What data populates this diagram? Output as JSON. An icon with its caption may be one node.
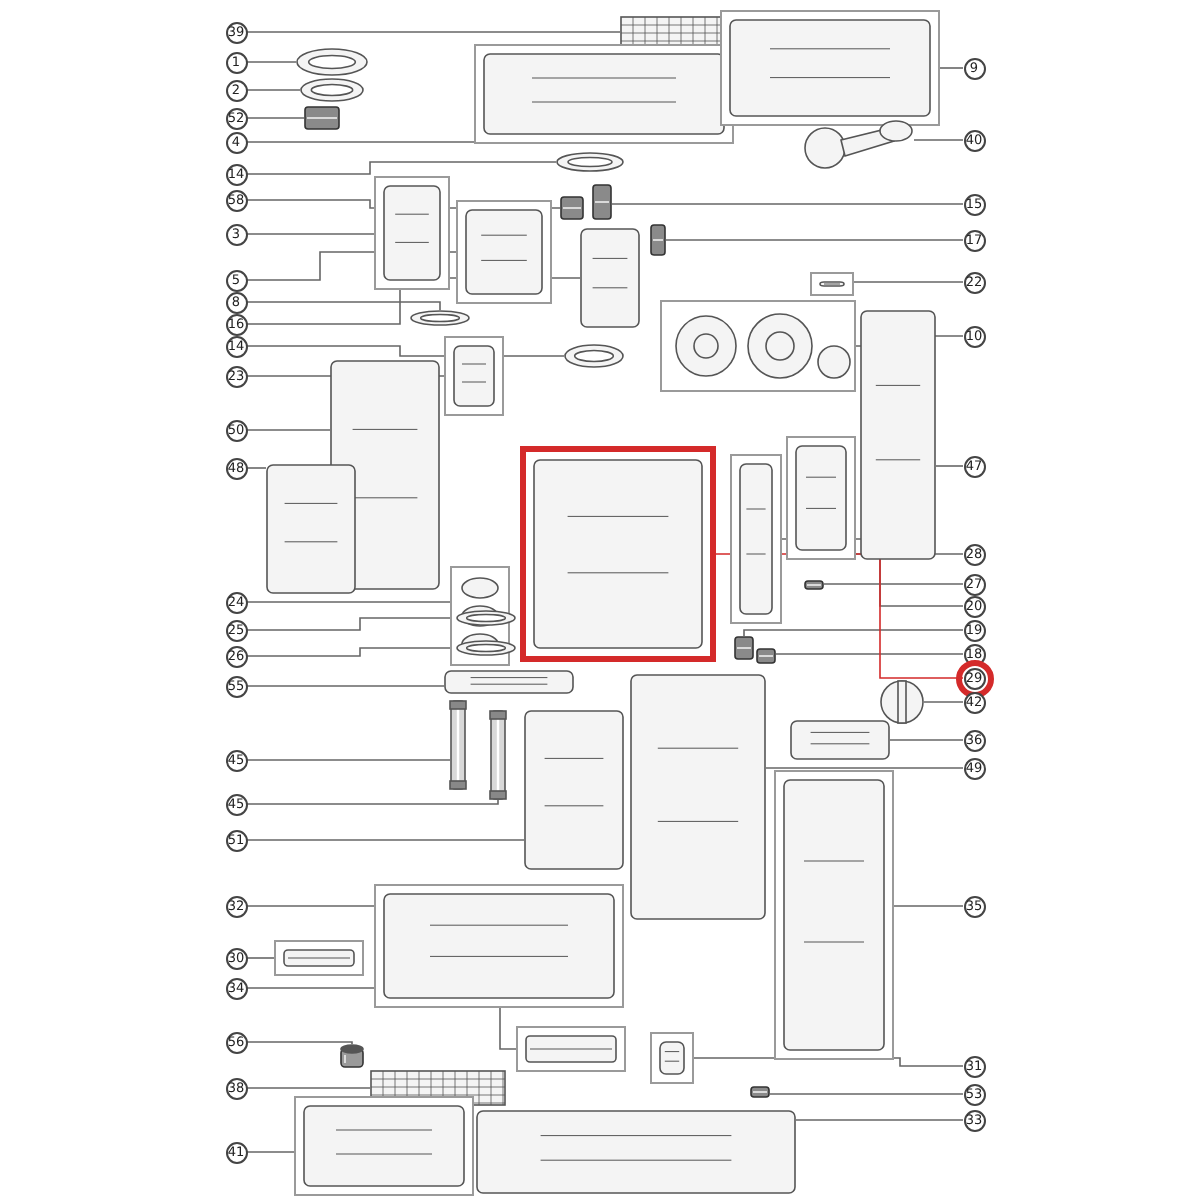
{
  "diagram": {
    "nodes": [
      {
        "text": [
          "39"
        ]
      },
      {
        "text": [],
        "shape": "picture"
      },
      {
        "text": [
          "1"
        ]
      },
      {
        "text": [],
        "shape": "picture"
      },
      {
        "text": [
          "2"
        ]
      },
      {
        "text": [],
        "shape": "picture"
      },
      {
        "text": [
          "52"
        ]
      },
      {
        "text": [],
        "shape": "picture"
      },
      {
        "text": [
          "4"
        ]
      },
      {
        "text": [],
        "shape": "box"
      },
      {
        "text": [
          "14"
        ]
      },
      {
        "text": [],
        "shape": "picture"
      },
      {
        "text": [
          "58"
        ]
      },
      {
        "text": [],
        "shape": "picture"
      },
      {
        "text": [
          "3"
        ]
      },
      {
        "text": [],
        "shape": "box"
      },
      {
        "text": [
          "5"
        ]
      },
      {
        "text": [],
        "shape": "box"
      },
      {
        "text": [
          "8"
        ]
      },
      {
        "text": [],
        "shape": "picture"
      },
      {
        "text": [
          "16"
        ]
      },
      {
        "text": [],
        "shape": "picture"
      },
      {
        "text": [
          "14"
        ]
      },
      {
        "text": [],
        "shape": "picture"
      },
      {
        "text": [
          "23"
        ]
      },
      {
        "text": [],
        "shape": "box"
      },
      {
        "text": [
          "50"
        ]
      },
      {
        "text": [],
        "shape": "picture"
      },
      {
        "text": [
          "48"
        ]
      },
      {
        "text": [],
        "shape": "picture"
      },
      {
        "text": [
          "24"
        ]
      },
      {
        "text": [],
        "shape": "box"
      },
      {
        "text": [
          "25"
        ]
      },
      {
        "text": [],
        "shape": "picture"
      },
      {
        "text": [
          "26"
        ]
      },
      {
        "text": [],
        "shape": "picture"
      },
      {
        "text": [
          "55"
        ]
      },
      {
        "text": [],
        "shape": "picture"
      },
      {
        "text": [
          "45"
        ]
      },
      {
        "text": [],
        "shape": "picture"
      },
      {
        "text": [
          "45"
        ]
      },
      {
        "text": [],
        "shape": "picture"
      },
      {
        "text": [
          "51"
        ]
      },
      {
        "text": [],
        "shape": "picture"
      },
      {
        "text": [
          "32"
        ]
      },
      {
        "text": [],
        "shape": "box"
      },
      {
        "text": [
          "30"
        ]
      },
      {
        "text": [],
        "shape": "box"
      },
      {
        "text": [
          "34"
        ]
      },
      {
        "text": [],
        "shape": "box"
      },
      {
        "text": [
          "56"
        ]
      },
      {
        "text": [],
        "shape": "picture"
      },
      {
        "text": [
          "38"
        ]
      },
      {
        "text": [],
        "shape": "picture"
      },
      {
        "text": [
          "41"
        ]
      },
      {
        "text": [],
        "shape": "box"
      },
      {
        "text": [
          "9"
        ]
      },
      {
        "text": [],
        "shape": "box"
      },
      {
        "text": [
          "40"
        ]
      },
      {
        "text": [],
        "shape": "picture"
      },
      {
        "text": [
          "15"
        ]
      },
      {
        "text": [],
        "shape": "picture"
      },
      {
        "text": [
          "17"
        ]
      },
      {
        "text": [],
        "shape": "picture"
      },
      {
        "text": [
          "22"
        ]
      },
      {
        "text": [],
        "shape": "box"
      },
      {
        "text": [
          "10"
        ]
      },
      {
        "text": [],
        "shape": "box"
      },
      {
        "text": [
          "47"
        ]
      },
      {
        "text": [],
        "shape": "picture"
      },
      {
        "text": [
          "28"
        ]
      },
      {
        "text": [],
        "shape": "box"
      },
      {
        "text": [
          "27"
        ]
      },
      {
        "text": [],
        "shape": "picture"
      },
      {
        "text": [
          "20"
        ]
      },
      {
        "text": [],
        "shape": "box"
      },
      {
        "text": [
          "19"
        ]
      },
      {
        "text": [],
        "shape": "picture"
      },
      {
        "text": [
          "18"
        ]
      },
      {
        "text": [],
        "shape": "picture"
      },
      {
        "text": [
          "29"
        ]
      },
      {
        "text": [],
        "shape": "box"
      },
      {
        "text": [
          "42"
        ]
      },
      {
        "text": [],
        "shape": "picture"
      },
      {
        "text": [
          "36"
        ]
      },
      {
        "text": [],
        "shape": "picture"
      },
      {
        "text": [
          "49"
        ]
      },
      {
        "text": [],
        "shape": "picture"
      },
      {
        "text": [
          "35"
        ]
      },
      {
        "text": [],
        "shape": "box"
      },
      {
        "text": [
          "31"
        ]
      },
      {
        "text": [],
        "shape": "box"
      },
      {
        "text": [
          "53"
        ]
      },
      {
        "text": [],
        "shape": "picture"
      },
      {
        "text": [
          "33"
        ]
      },
      {
        "text": [],
        "shape": "picture"
      }
    ],
    "edges": [
      {
        "from": 0,
        "to": 1,
        "arrow": "none"
      },
      {
        "from": 2,
        "to": 3,
        "arrow": "none"
      },
      {
        "from": 4,
        "to": 5,
        "arrow": "none"
      },
      {
        "from": 6,
        "to": 7,
        "arrow": "none"
      },
      {
        "from": 8,
        "to": 9,
        "arrow": "none"
      },
      {
        "from": 10,
        "to": 11,
        "arrow": "none"
      },
      {
        "from": 12,
        "to": 13,
        "arrow": "none"
      },
      {
        "from": 14,
        "to": 15,
        "arrow": "none"
      },
      {
        "from": 16,
        "to": 17,
        "arrow": "none"
      },
      {
        "from": 18,
        "to": 19,
        "arrow": "none"
      },
      {
        "from": 20,
        "to": 21,
        "arrow": "none"
      },
      {
        "from": 22,
        "to": 23,
        "arrow": "none"
      },
      {
        "from": 24,
        "to": 25,
        "arrow": "none"
      },
      {
        "from": 26,
        "to": 27,
        "arrow": "none"
      },
      {
        "from": 28,
        "to": 29,
        "arrow": "none"
      },
      {
        "from": 30,
        "to": 31,
        "arrow": "none"
      },
      {
        "from": 32,
        "to": 33,
        "arrow": "none"
      },
      {
        "from": 34,
        "to": 35,
        "arrow": "none"
      },
      {
        "from": 36,
        "to": 37,
        "arrow": "none"
      },
      {
        "from": 38,
        "to": 39,
        "arrow": "none"
      },
      {
        "from": 40,
        "to": 41,
        "arrow": "none"
      },
      {
        "from": 42,
        "to": 43,
        "arrow": "none"
      },
      {
        "from": 44,
        "to": 45,
        "arrow": "none"
      },
      {
        "from": 46,
        "to": 47,
        "arrow": "none"
      },
      {
        "from": 48,
        "to": 49,
        "arrow": "none"
      },
      {
        "from": 50,
        "to": 51,
        "arrow": "none"
      },
      {
        "from": 52,
        "to": 53,
        "arrow": "none"
      },
      {
        "from": 54,
        "to": 55,
        "arrow": "none"
      },
      {
        "from": 56,
        "to": 57,
        "arrow": "none"
      },
      {
        "from": 58,
        "to": 59,
        "arrow": "none"
      },
      {
        "from": 60,
        "to": 61,
        "arrow": "none"
      },
      {
        "from": 62,
        "to": 63,
        "arrow": "none"
      },
      {
        "from": 64,
        "to": 65,
        "arrow": "none"
      },
      {
        "from": 66,
        "to": 67,
        "arrow": "none"
      },
      {
        "from": 68,
        "to": 69,
        "arrow": "none"
      },
      {
        "from": 70,
        "to": 71,
        "arrow": "none"
      },
      {
        "from": 72,
        "to": 73,
        "arrow": "none"
      },
      {
        "from": 74,
        "to": 75,
        "arrow": "none"
      },
      {
        "from": 76,
        "to": 77,
        "arrow": "none"
      },
      {
        "from": 78,
        "to": 79,
        "arrow": "none"
      },
      {
        "from": 80,
        "to": 81,
        "arrow": "none",
        "color": "#d42a2a"
      },
      {
        "from": 82,
        "to": 83,
        "arrow": "none"
      },
      {
        "from": 84,
        "to": 85,
        "arrow": "none"
      },
      {
        "from": 86,
        "to": 87,
        "arrow": "none"
      },
      {
        "from": 88,
        "to": 89,
        "arrow": "none"
      },
      {
        "from": 90,
        "to": 91,
        "arrow": "none"
      },
      {
        "from": 92,
        "to": 93,
        "arrow": "none"
      },
      {
        "from": 94,
        "to": 95,
        "arrow": "none"
      }
    ]
  }
}
